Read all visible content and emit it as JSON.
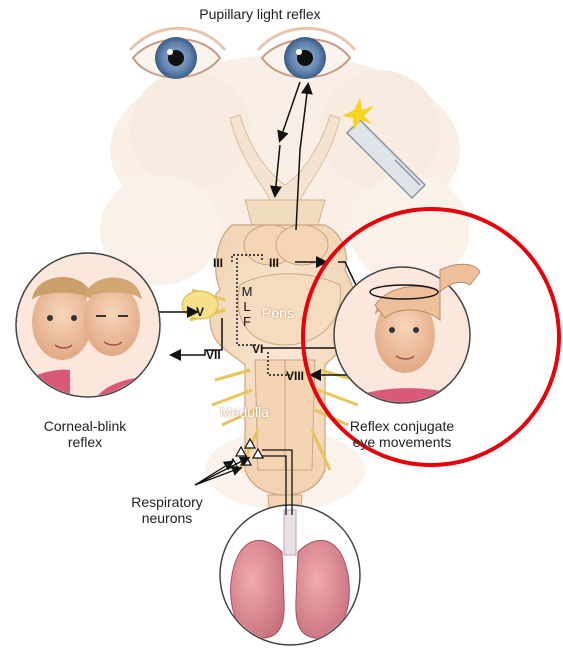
{
  "title": "Pupillary light reflex",
  "labels": {
    "corneal_blink": [
      "Corneal-blink",
      "reflex"
    ],
    "reflex_conjugate": [
      "Reflex conjugate",
      "eye movements"
    ],
    "respiratory": [
      "Respiratory",
      "neurons"
    ],
    "pons": "Pons",
    "medulla": "Medulla",
    "mlf": [
      "M",
      "L",
      "F"
    ]
  },
  "nerves": {
    "iii_left": "III",
    "iii_right": "III",
    "v": "V",
    "vii": "VII",
    "vi": "VI",
    "viii": "VIII"
  },
  "colors": {
    "highlight_circle": "#e8000b",
    "brainstem": "#f3d4b2",
    "skin": "#f2c3a0",
    "lung": "#d98a92",
    "iris": "#6f8fb8",
    "nerve_yellow": "#f6e08a"
  }
}
